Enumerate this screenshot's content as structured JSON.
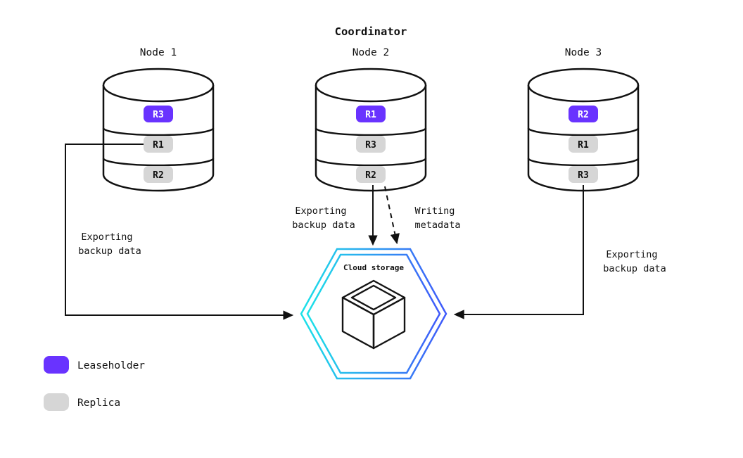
{
  "diagram": {
    "title": "Coordinator",
    "nodes": [
      {
        "label": "Node 1",
        "replicas": [
          {
            "id": "R3",
            "type": "leaseholder"
          },
          {
            "id": "R1",
            "type": "replica"
          },
          {
            "id": "R2",
            "type": "replica"
          }
        ]
      },
      {
        "label": "Node 2",
        "replicas": [
          {
            "id": "R1",
            "type": "leaseholder"
          },
          {
            "id": "R3",
            "type": "replica"
          },
          {
            "id": "R2",
            "type": "replica"
          }
        ]
      },
      {
        "label": "Node 3",
        "replicas": [
          {
            "id": "R2",
            "type": "leaseholder"
          },
          {
            "id": "R1",
            "type": "replica"
          },
          {
            "id": "R3",
            "type": "replica"
          }
        ]
      }
    ],
    "cloud_storage": {
      "label": "Cloud storage"
    },
    "edge_labels": {
      "node1_export": [
        "Exporting",
        "backup data"
      ],
      "node2_export": [
        "Exporting",
        "backup data"
      ],
      "node2_metadata": [
        "Writing",
        "metadata"
      ],
      "node3_export": [
        "Exporting",
        "backup data"
      ]
    },
    "legend": [
      {
        "label": "Leaseholder"
      },
      {
        "label": "Replica"
      }
    ],
    "colors": {
      "leaseholder": "#6933ff",
      "replica": "#d6d6d6",
      "hex_gradient_start": "#1ce2e8",
      "hex_gradient_end": "#4059fa",
      "stroke": "#111111"
    }
  }
}
